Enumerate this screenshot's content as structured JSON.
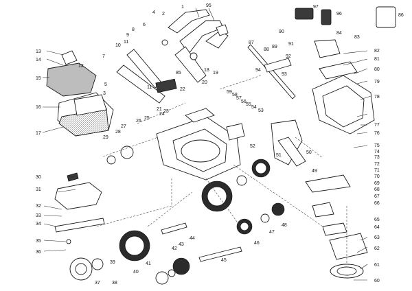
{
  "callouts": [
    "1",
    "2",
    "3",
    "4",
    "5",
    "6",
    "7",
    "8",
    "9",
    "10",
    "11",
    "11",
    "12",
    "13",
    "14",
    "15",
    "16",
    "17",
    "18",
    "19",
    "20",
    "21",
    "22",
    "23",
    "24",
    "25",
    "26",
    "27",
    "28",
    "29",
    "30",
    "31",
    "32",
    "33",
    "34",
    "35",
    "36",
    "37",
    "38",
    "39",
    "40",
    "41",
    "42",
    "43",
    "44",
    "45",
    "46",
    "47",
    "48",
    "49",
    "50",
    "51",
    "52",
    "53",
    "54",
    "55",
    "56",
    "57",
    "58",
    "59",
    "60",
    "61",
    "62",
    "63",
    "64",
    "65",
    "66",
    "67",
    "68",
    "69",
    "70",
    "71",
    "72",
    "73",
    "74",
    "75",
    "76",
    "77",
    "78",
    "79",
    "80",
    "81",
    "82",
    "83",
    "84",
    "85",
    "86",
    "87",
    "88",
    "89",
    "90",
    "91",
    "92",
    "93",
    "94",
    "95",
    "96",
    "97"
  ],
  "colors": {
    "line": "#1a1a1a",
    "fill": "#ffffff",
    "shade": "#bdbdbd"
  }
}
